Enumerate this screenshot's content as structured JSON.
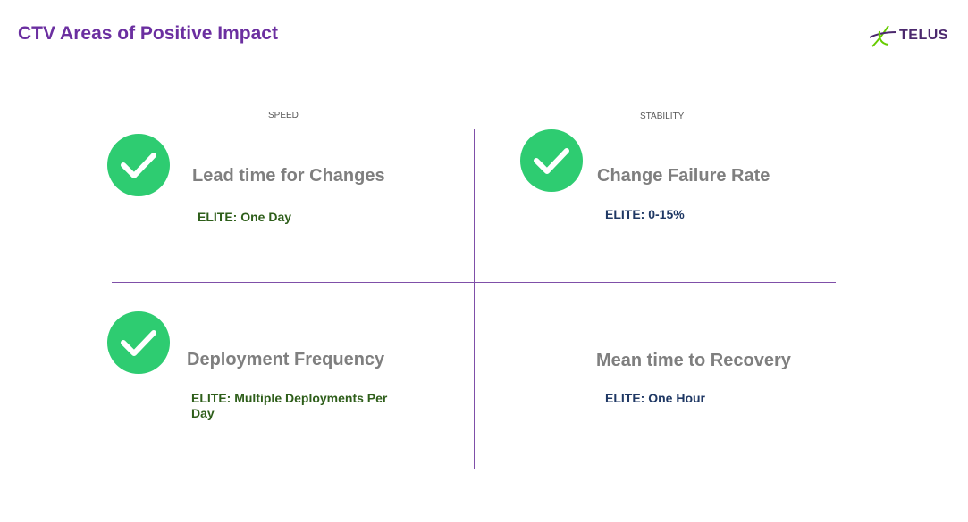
{
  "slide": {
    "title": "CTV Areas of Positive Impact",
    "logo_text": "TELUS"
  },
  "columns": {
    "speed": "SPEED",
    "stability": "STABILITY"
  },
  "quadrants": [
    {
      "metric": "Lead time for Changes",
      "target": "ELITE: One Day",
      "checked": true
    },
    {
      "metric": "Change Failure Rate",
      "target": "ELITE: 0-15%",
      "checked": true
    },
    {
      "metric": "Deployment Frequency",
      "target": "ELITE: Multiple Deployments Per Day",
      "checked": true
    },
    {
      "metric": "Mean time to Recovery",
      "target": "ELITE: One Hour",
      "checked": false
    }
  ],
  "colors": {
    "title": "#6b2fa0",
    "check": "#2ecc71",
    "divider": "#7f4fa8",
    "metric": "#7f7f7f",
    "target_speed": "#2e5e1a",
    "target_stability": "#1f3864",
    "logo_green": "#66cc00",
    "logo_purple": "#4b286d"
  },
  "icons": {
    "check": "check-circle-icon",
    "logo": "telus-logo-icon"
  }
}
